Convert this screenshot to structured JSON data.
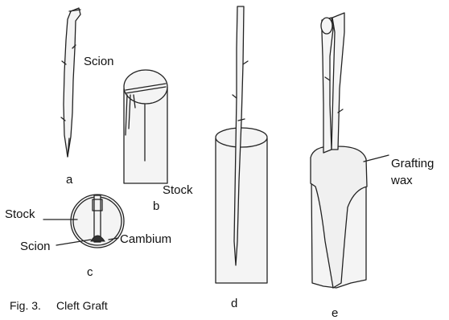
{
  "labels": {
    "scion_a": "Scion",
    "stock_b": "Stock",
    "stock_c": "Stock",
    "scion_c": "Scion",
    "cambium": "Cambium",
    "grafting_wax_line1": "Grafting",
    "grafting_wax_line2": "wax"
  },
  "panel_letters": {
    "a": "a",
    "b": "b",
    "c": "c",
    "d": "d",
    "e": "e"
  },
  "caption": {
    "fig_number": "Fig. 3.",
    "title": "Cleft Graft"
  }
}
